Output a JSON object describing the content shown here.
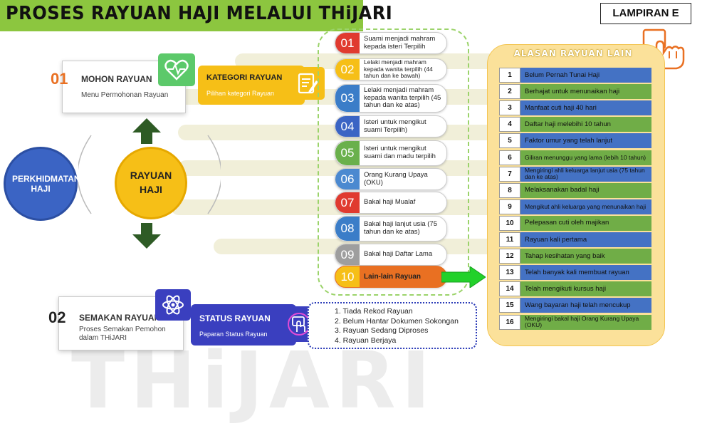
{
  "title": "PROSES RAYUAN HAJI MELALUI THiJARI",
  "lampiran": "LAMPIRAN E",
  "watermark": "THiJARI",
  "colors": {
    "green_banner": "#8cc63f",
    "blue": "#3b64c4",
    "yellow": "#f6bf17",
    "orange": "#e97022",
    "dark_green": "#2e5b25",
    "purple": "#3a3fbf",
    "row_blue": "#4472c4",
    "row_green": "#70ad47"
  },
  "step1": {
    "number": "01",
    "title": "MOHON RAYUAN",
    "subtitle": "Menu Permohonan Rayuan",
    "icon": "heart-pulse-icon"
  },
  "step2": {
    "number": "02",
    "title": "SEMAKAN RAYUAN",
    "subtitle": "Proses Semakan Pemohon dalam THiJARI",
    "icon": "atom-icon"
  },
  "center": {
    "perkhidmatan": "PERKHIDMATAN HAJI",
    "rayuan": "RAYUAN HAJI"
  },
  "kategori": {
    "title": "KATEGORI RAYUAN",
    "subtitle": "Pilihan kategori Rayuan",
    "icon": "form-edit-icon"
  },
  "status": {
    "title": "STATUS RAYUAN",
    "subtitle": "Paparan Status Rayuan",
    "icon": "touch-screen-icon"
  },
  "categories": [
    {
      "num": "01",
      "text": "Suami menjadi mahram kepada isteri Terpilih",
      "color": "#e03a2f"
    },
    {
      "num": "02",
      "text": "Lelaki menjadi mahram kepada wanita terpilih (44 tahun dan ke bawah)",
      "color": "#f6bf17"
    },
    {
      "num": "03",
      "text": "Lelaki menjadi mahram kepada wanita terpilih (45 tahun dan ke atas)",
      "color": "#3b7dc8"
    },
    {
      "num": "04",
      "text": "Isteri untuk mengikut suami Terpilih)",
      "color": "#3b64c4"
    },
    {
      "num": "05",
      "text": "Isteri untuk mengikut suami dan madu terpilih",
      "color": "#6ab04c"
    },
    {
      "num": "06",
      "text": "Orang Kurang Upaya (OKU)",
      "color": "#4b89d0"
    },
    {
      "num": "07",
      "text": "Bakal haji Mualaf",
      "color": "#e03a2f"
    },
    {
      "num": "08",
      "text": "Bakal haji lanjut usia (75 tahun dan ke atas)",
      "color": "#3b7dc8"
    },
    {
      "num": "09",
      "text": "Bakal haji Daftar Lama",
      "color": "#9e9e9e"
    },
    {
      "num": "10",
      "text": "Lain-lain Rayuan",
      "color": "#f6bf17"
    }
  ],
  "reasons_title": "ALASAN RAYUAN LAIN",
  "reasons": [
    {
      "num": "1",
      "text": "Belum Pernah Tunai Haji",
      "color": "#4472c4"
    },
    {
      "num": "2",
      "text": "Berhajat untuk menunaikan haji",
      "color": "#70ad47"
    },
    {
      "num": "3",
      "text": "Manfaat cuti haji 40 hari",
      "color": "#4472c4"
    },
    {
      "num": "4",
      "text": "Daftar haji melebihi 10 tahun",
      "color": "#70ad47"
    },
    {
      "num": "5",
      "text": "Faktor umur yang telah lanjut",
      "color": "#4472c4"
    },
    {
      "num": "6",
      "text": "Giliran menunggu yang lama (lebih 10 tahun)",
      "color": "#70ad47"
    },
    {
      "num": "7",
      "text": "Mengiringi ahli keluarga lanjut usia (75 tahun dan ke atas)",
      "color": "#4472c4"
    },
    {
      "num": "8",
      "text": "Melaksanakan badal haji",
      "color": "#70ad47"
    },
    {
      "num": "9",
      "text": "Mengikut ahli keluarga yang menunaikan haji",
      "color": "#4472c4"
    },
    {
      "num": "10",
      "text": "Pelepasan cuti oleh majikan",
      "color": "#70ad47"
    },
    {
      "num": "11",
      "text": "Rayuan kali pertama",
      "color": "#4472c4"
    },
    {
      "num": "12",
      "text": "Tahap kesihatan yang baik",
      "color": "#70ad47"
    },
    {
      "num": "13",
      "text": "Telah banyak kali membuat rayuan",
      "color": "#4472c4"
    },
    {
      "num": "14",
      "text": "Telah mengikuti kursus haji",
      "color": "#70ad47"
    },
    {
      "num": "15",
      "text": "Wang bayaran haji telah mencukup",
      "color": "#4472c4"
    },
    {
      "num": "16",
      "text": "Mengiringi bakal haji Orang Kurang Upaya (OKU)",
      "color": "#70ad47"
    }
  ],
  "status_items": [
    "1.   Tiada Rekod Rayuan",
    "2.   Belum Hantar Dokumen Sokongan",
    "3.   Rayuan Sedang Diproses",
    "4.   Rayuan Berjaya"
  ]
}
